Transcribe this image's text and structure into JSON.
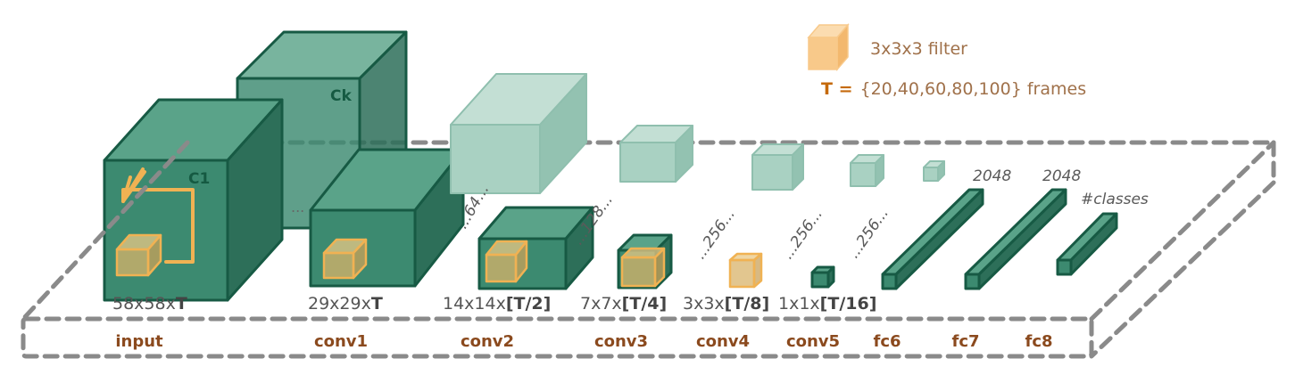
{
  "legend": {
    "filter_label": "3x3x3 filter",
    "t_prefix": "T =",
    "t_values": "{20,40,60,80,100} frames"
  },
  "cube_labels": {
    "c1": "C1",
    "ck": "Ck"
  },
  "ellipsis": "...",
  "layers": [
    {
      "name": "input",
      "dims": "58x58x",
      "dims_bold": "T"
    },
    {
      "name": "conv1",
      "dims": "29x29x",
      "dims_bold": "T"
    },
    {
      "name": "conv2",
      "dims": "14x14x",
      "dims_bold": "[T/2]",
      "channels": "64"
    },
    {
      "name": "conv3",
      "dims": "7x7x",
      "dims_bold": "[T/4]",
      "channels": "128"
    },
    {
      "name": "conv4",
      "dims": "3x3x",
      "dims_bold": "[T/8]",
      "channels": "256"
    },
    {
      "name": "conv5",
      "dims": "1x1x",
      "dims_bold": "[T/16]",
      "channels": "256"
    },
    {
      "name": "fc6",
      "channels": "256"
    },
    {
      "name": "fc7",
      "units": "2048"
    },
    {
      "name": "fc8",
      "units": "2048",
      "extra": "#classes"
    }
  ],
  "colors": {
    "volume_fill": "#3c8a70",
    "volume_stroke": "#175a44",
    "filter": "#f0b253",
    "dashed_frame": "#8a8a8a",
    "layer_label": "#8b4a1e"
  },
  "icons": [
    "filter-cube-icon",
    "direction-arrow-icon"
  ]
}
